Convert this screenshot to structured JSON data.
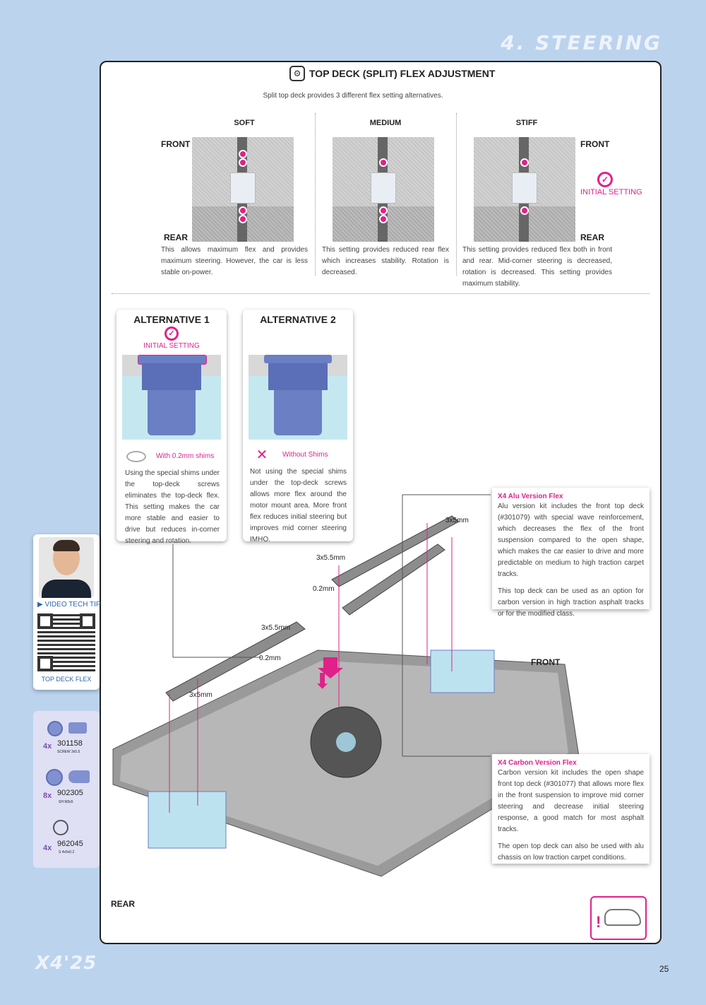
{
  "section_title": "4. STEERING",
  "header": {
    "title": "TOP DECK (SPLIT) FLEX ADJUSTMENT",
    "subtitle": "Split top deck provides 3 different flex setting alternatives."
  },
  "options": [
    {
      "label": "SOFT",
      "desc": "This allows maximum flex and provides maximum steering. However, the car is less stable on-power."
    },
    {
      "label": "MEDIUM",
      "desc": "This setting provides reduced rear flex which increases stability. Rotation is decreased."
    },
    {
      "label": "STIFF",
      "desc": "This setting provides reduced flex both in front and rear. Mid-corner steering is decreased, rotation is decreased. This setting provides maximum stability."
    }
  ],
  "front_label": "FRONT",
  "rear_label": "REAR",
  "initial_setting": "INITIAL SETTING",
  "alternatives": [
    {
      "title": "ALTERNATIVE 1",
      "badge": "INITIAL SETTING",
      "shim": "With 0.2mm shims",
      "desc": "Using the special shims under the top-deck screws eliminates the top-deck flex. This setting makes the car more stable and easier to drive but reduces in-corner steering and rotation."
    },
    {
      "title": "ALTERNATIVE 2",
      "shim": "Without Shims",
      "desc": "Not using the special shims under the top-deck screws allows more flex around the motor mount area. More front flex reduces initial steering but improves mid corner steering IMHO."
    }
  ],
  "callouts": {
    "alu": {
      "title": "X4 Alu Version Flex",
      "p1": "Alu version kit includes the front top deck (#301079) with special wave reinforcement, which decreases the flex of the front suspension compared to the open shape, which makes the car easier to drive and more predictable on medium to high traction carpet tracks.",
      "p2": "This top deck can be used as an option for carbon version in high traction asphalt tracks or for the modified class."
    },
    "carbon": {
      "title": "X4 Carbon Version Flex",
      "p1": "Carbon version kit includes the open shape front top deck (#301077) that allows more flex in the front suspension to improve mid corner steering and decrease initial steering response, a good match for most asphalt tracks.",
      "p2": "The open top deck can also be used with alu chassis on low traction carpet conditions."
    }
  },
  "diagram_labels": {
    "screw_3x5": "3x5mm",
    "screw_3x55": "3x5.5mm",
    "shim": "0.2mm",
    "front": "FRONT",
    "rear": "REAR"
  },
  "video_tip": {
    "label": "VIDEO TECH TIP",
    "caption": "TOP DECK FLEX"
  },
  "parts": [
    {
      "qty": "4x",
      "code": "301158",
      "desc": "SCREW 3x5.5"
    },
    {
      "qty": "8x",
      "code": "902305",
      "desc": "SH M3x5"
    },
    {
      "qty": "4x",
      "code": "962045",
      "desc": "S 4x5x0.2"
    }
  ],
  "footer_logo": "X4'25",
  "page_number": "25",
  "colors": {
    "accent": "#e0218a",
    "background": "#bcd3ee",
    "part_blue": "#6a7fc4"
  }
}
